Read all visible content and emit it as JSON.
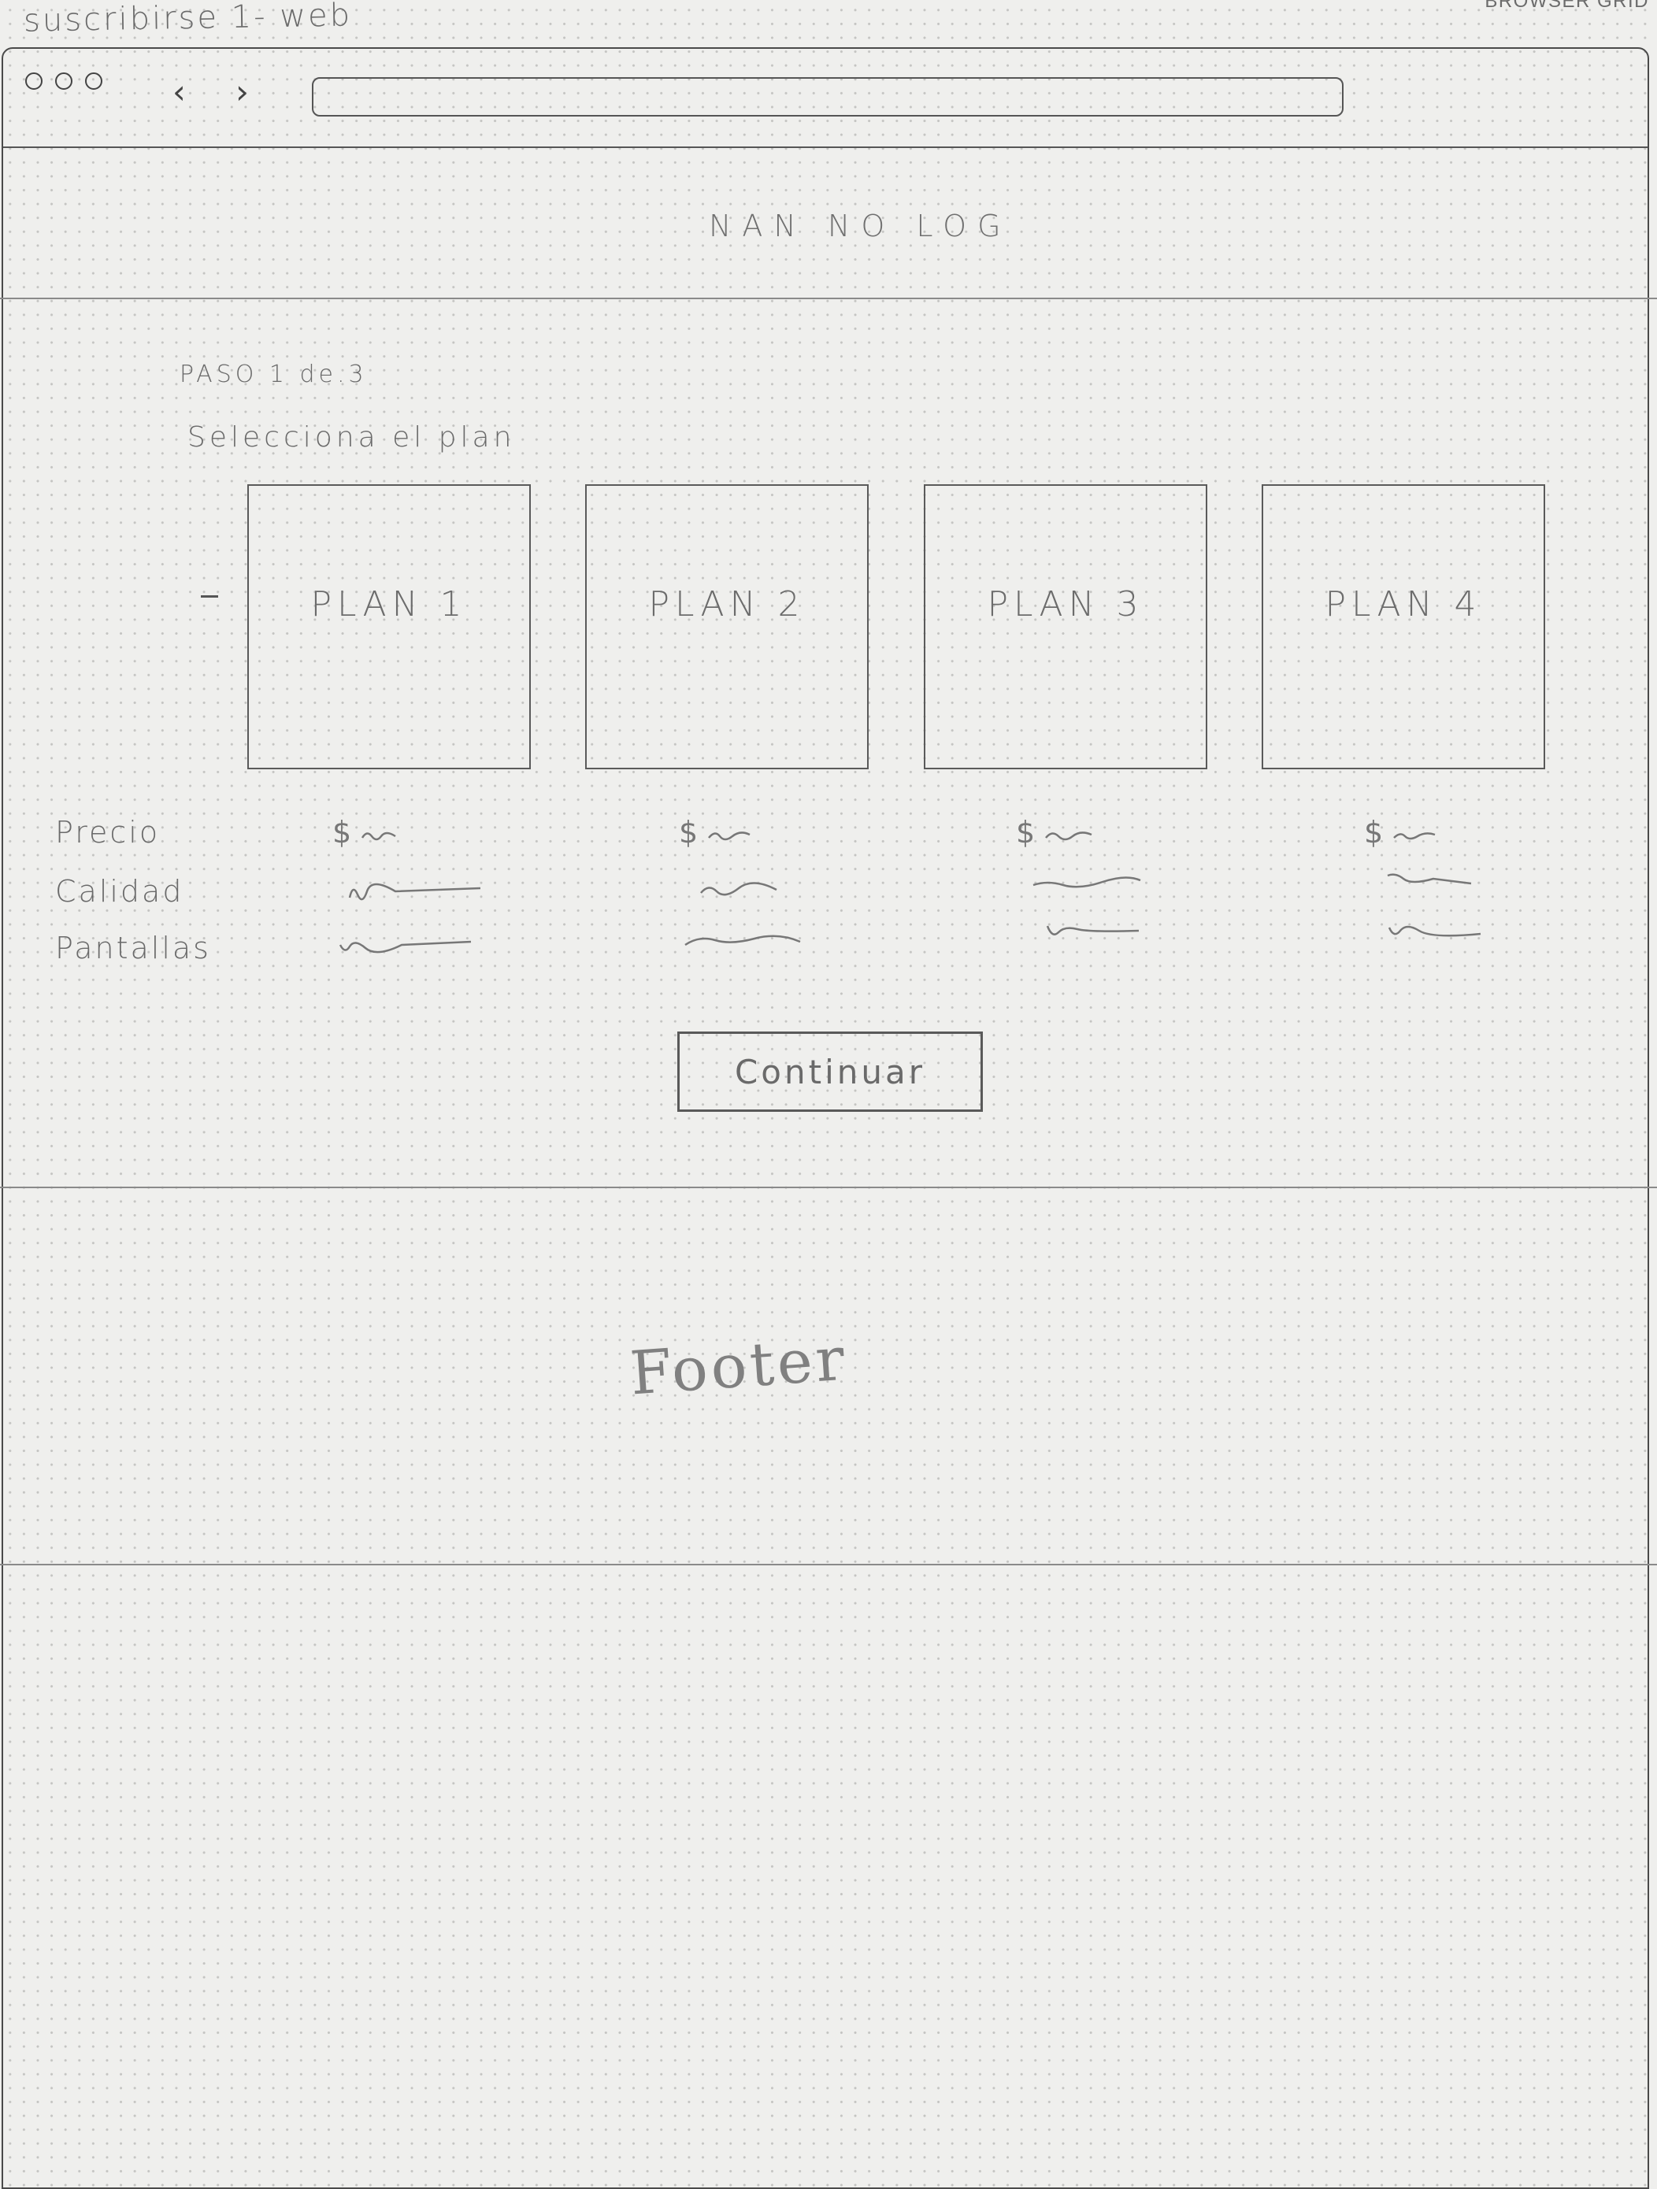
{
  "caption": "suscribirse 1- web",
  "template_label": "BROWSER GRID",
  "header": {
    "logo": "NAN NO LOG"
  },
  "main": {
    "step": "PASO 1 de.3",
    "prompt": "Selecciona el plan",
    "plans": [
      {
        "label": "PLAN 1"
      },
      {
        "label": "PLAN 2"
      },
      {
        "label": "PLAN 3"
      },
      {
        "label": "PLAN 4"
      }
    ],
    "attributes": [
      "Precio",
      "Calidad",
      "Pantallas"
    ],
    "price_symbol": "$",
    "continue_label": "Continuar"
  },
  "footer": {
    "label": "Footer"
  }
}
